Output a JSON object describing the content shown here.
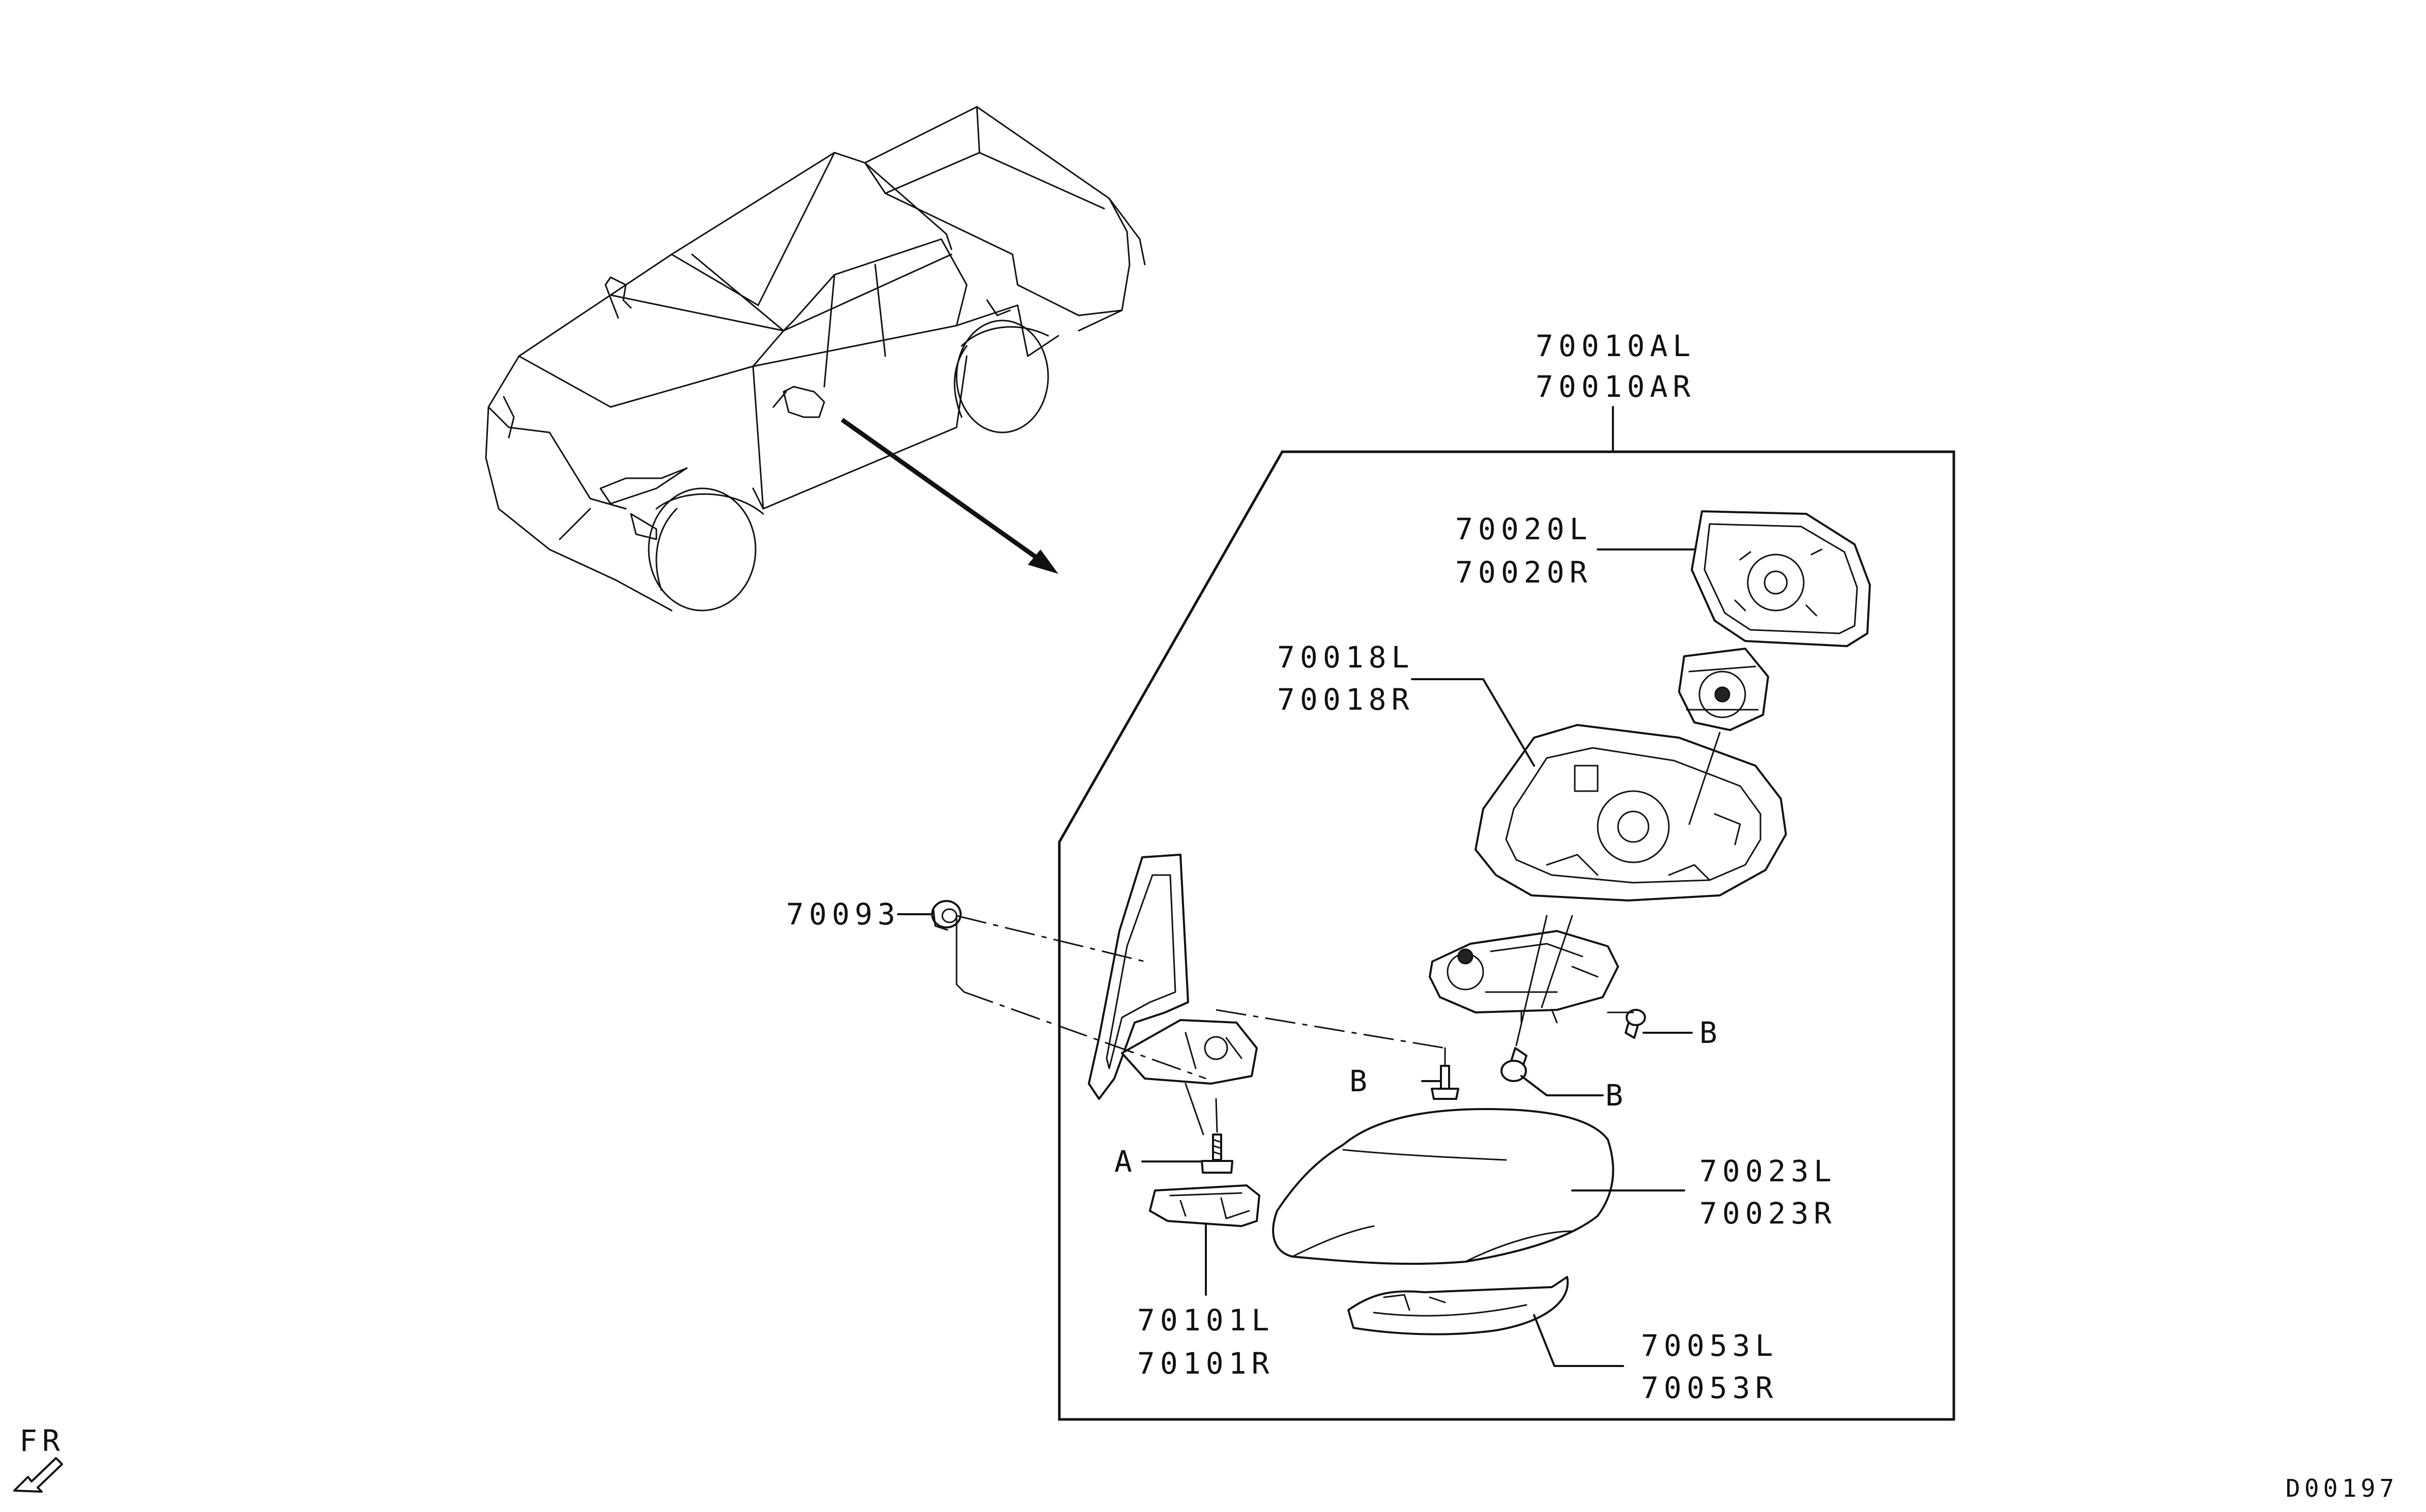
{
  "parts": {
    "mirror_assy": [
      "70010AL",
      "70010AR"
    ],
    "mirror_glass": [
      "70020L",
      "70020R"
    ],
    "mirror_housing": [
      "70018L",
      "70018R"
    ],
    "grommet": "70093",
    "cover": [
      "70023L",
      "70023R"
    ],
    "turn_lamp": [
      "70053L",
      "70053R"
    ],
    "base_cover": [
      "70101L",
      "70101R"
    ]
  },
  "refs": {
    "bolt_a": "A",
    "screw_b": "B"
  },
  "direction_label": "FR",
  "diagram_code": "D00197"
}
